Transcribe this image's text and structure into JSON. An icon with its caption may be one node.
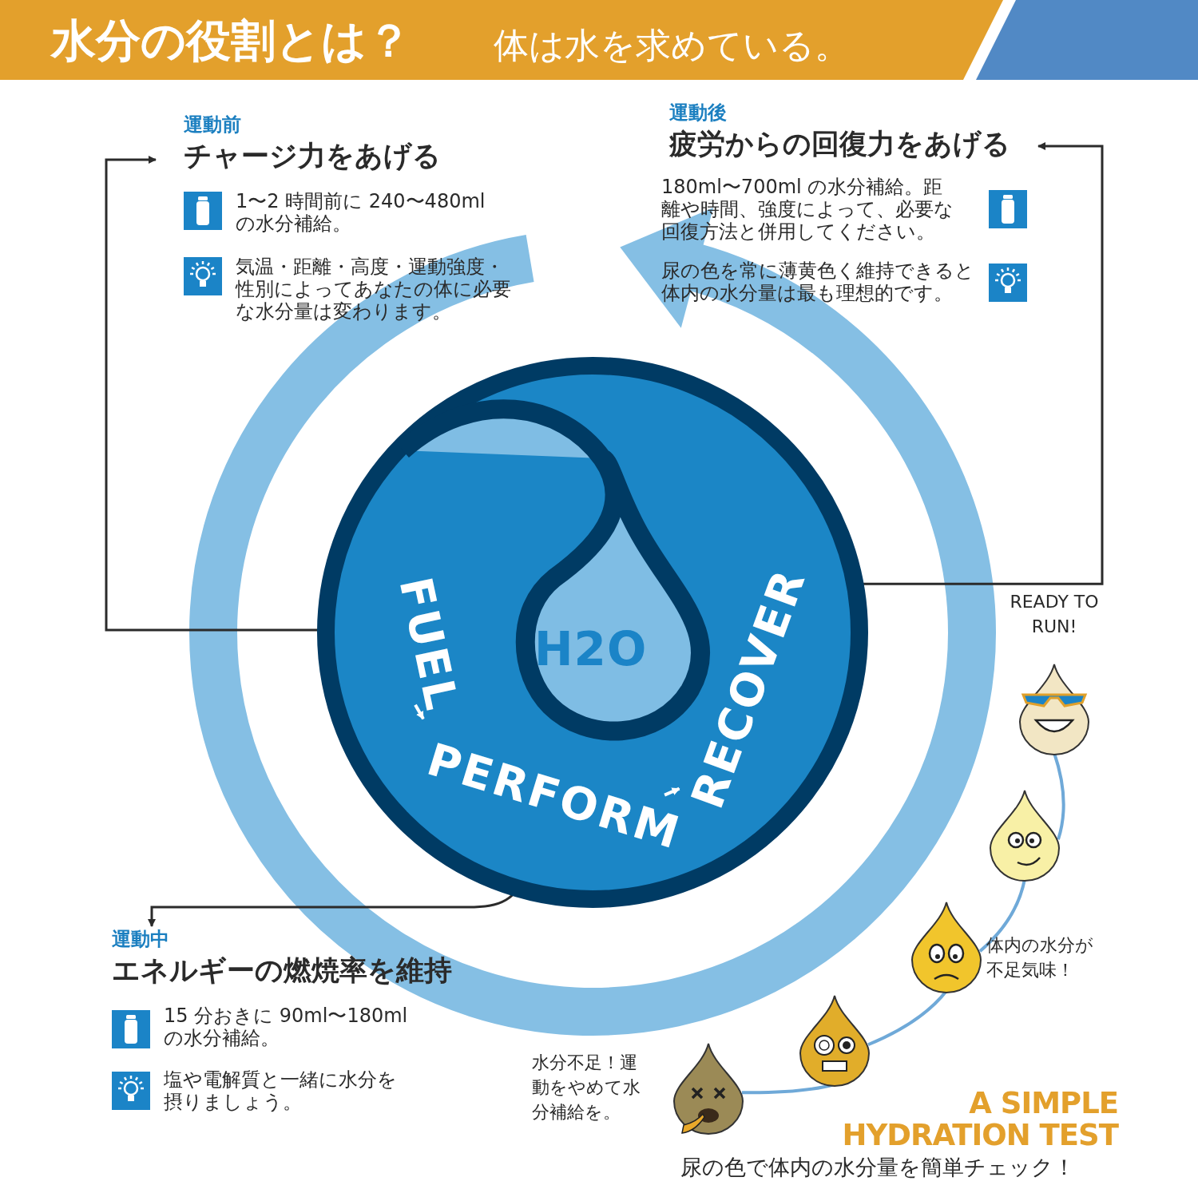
{
  "diagram": {
    "title": "水分の役割とは？",
    "nodes": [
      {
        "text": [
          "H2O"
        ]
      },
      {
        "text": [
          "FUEL"
        ],
        "in": 0
      },
      {
        "text": [
          "PERFORM"
        ],
        "in": 0
      },
      {
        "text": [
          "RECOVER"
        ],
        "in": 0
      },
      {
        "text": [
          "運動前",
          "チャージ力をあげる",
          "1〜2 時間前に 240〜480ml の水分補給。",
          "気温・距離・高度・運動強度・性別によってあなたの体に必要な水分量は変わります。"
        ]
      },
      {
        "text": [
          "運動後",
          "疲労からの回復力をあげる",
          "180ml〜700ml の水分補給。距離や時間、強度によって、必要な回復方法と併用してください。",
          "尿の色を常に薄黄色く維持できると体内の水分量は最も理想的です。"
        ]
      },
      {
        "text": [
          "運動中",
          "エネルギーの燃焼率を維持",
          "15 分おきに 90ml〜180ml の水分補給。",
          "塩や電解質と一緒に水分を摂りましょう。"
        ]
      },
      {
        "text": [],
        "shape": "picture",
        "beside": [
          "READY TO RUN!"
        ]
      },
      {
        "text": [],
        "shape": "picture"
      },
      {
        "text": [],
        "shape": "picture",
        "beside": [
          "体内の水分が不足気味！"
        ]
      },
      {
        "text": [],
        "shape": "picture"
      },
      {
        "text": [],
        "shape": "picture",
        "beside": [
          "水分不足！運動をやめて水分補給を。"
        ]
      }
    ],
    "edges": [
      {
        "from": 1,
        "to": 4,
        "arrow": "to",
        "color": "#2b2b2b"
      },
      {
        "from": 3,
        "to": 5,
        "arrow": "to",
        "color": "#2b2b2b"
      },
      {
        "from": 2,
        "to": 6,
        "arrow": "to",
        "color": "#2b2b2b"
      },
      {
        "from": 1,
        "to": 2,
        "arrow": "to",
        "color": "#ffffff"
      },
      {
        "from": 2,
        "to": 3,
        "arrow": "to",
        "color": "#ffffff"
      },
      {
        "from": 7,
        "to": 8,
        "arrow": "none",
        "color": "#6fa9d8"
      },
      {
        "from": 8,
        "to": 9,
        "arrow": "none",
        "color": "#6fa9d8"
      },
      {
        "from": 9,
        "to": 10,
        "arrow": "none",
        "color": "#6fa9d8"
      },
      {
        "from": 10,
        "to": 11,
        "arrow": "none",
        "color": "#6fa9d8"
      }
    ],
    "labels": [
      "体は水を求めている。",
      "A SIMPLE HYDRATION TEST",
      "尿の色で体内の水分量を簡単チェック！"
    ]
  }
}
